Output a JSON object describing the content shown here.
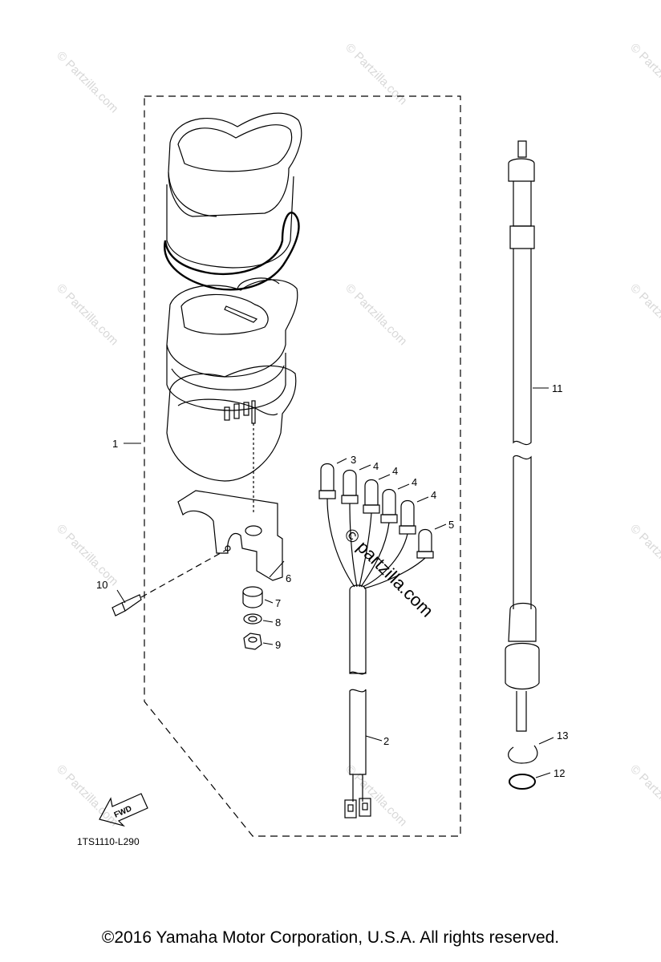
{
  "callouts": {
    "p1": "1",
    "p2": "2",
    "p3": "3",
    "p4a": "4",
    "p4b": "4",
    "p4c": "4",
    "p4d": "4",
    "p5": "5",
    "p6": "6",
    "p7": "7",
    "p8": "8",
    "p9": "9",
    "p10": "10",
    "p11": "11",
    "p12": "12",
    "p13": "13"
  },
  "fwd_label": "FWD",
  "diagram_code": "1TS1110-L290",
  "watermark": {
    "small": "© Partzilla.com",
    "large": "© partzilla.com"
  },
  "copyright": "©2016 Yamaha Motor Corporation, U.S.A. All rights reserved."
}
